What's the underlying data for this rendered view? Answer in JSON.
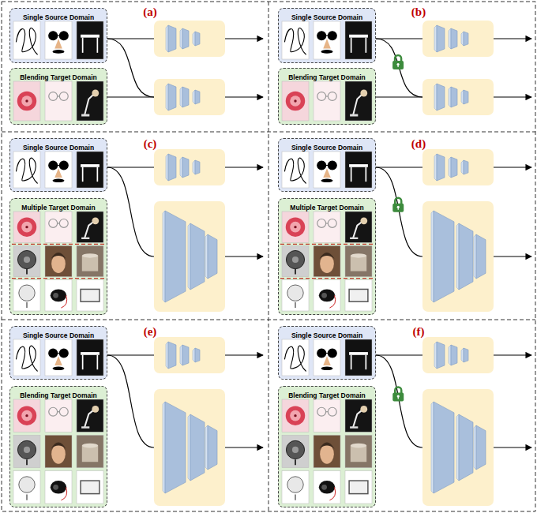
{
  "diagram": {
    "nodes": [
      {
        "text": [
          "(a)"
        ]
      },
      {
        "text": [
          "Single Source Domain"
        ],
        "in": 0
      },
      {
        "text": [
          "Blending Target Domain"
        ],
        "in": 0
      },
      {
        "text": [
          "(b)"
        ]
      },
      {
        "text": [
          "Single Source Domain"
        ],
        "in": 3
      },
      {
        "text": [
          "Blending Target Domain"
        ],
        "in": 3
      },
      {
        "text": [
          "(c)"
        ]
      },
      {
        "text": [
          "Single Source Domain"
        ],
        "in": 6
      },
      {
        "text": [
          "Multiple Target Domain"
        ],
        "in": 6
      },
      {
        "text": [
          "(d)"
        ]
      },
      {
        "text": [
          "Single Source Domain"
        ],
        "in": 9
      },
      {
        "text": [
          "Multiple Target Domain"
        ],
        "in": 9
      },
      {
        "text": [
          "(e)"
        ]
      },
      {
        "text": [
          "Single Source Domain"
        ],
        "in": 12
      },
      {
        "text": [
          "Blending Target Domain"
        ],
        "in": 12
      },
      {
        "text": [
          "(f)"
        ]
      },
      {
        "text": [
          "Single Source Domain"
        ],
        "in": 15
      },
      {
        "text": [
          "Blending Target Domain"
        ],
        "in": 15
      }
    ]
  }
}
